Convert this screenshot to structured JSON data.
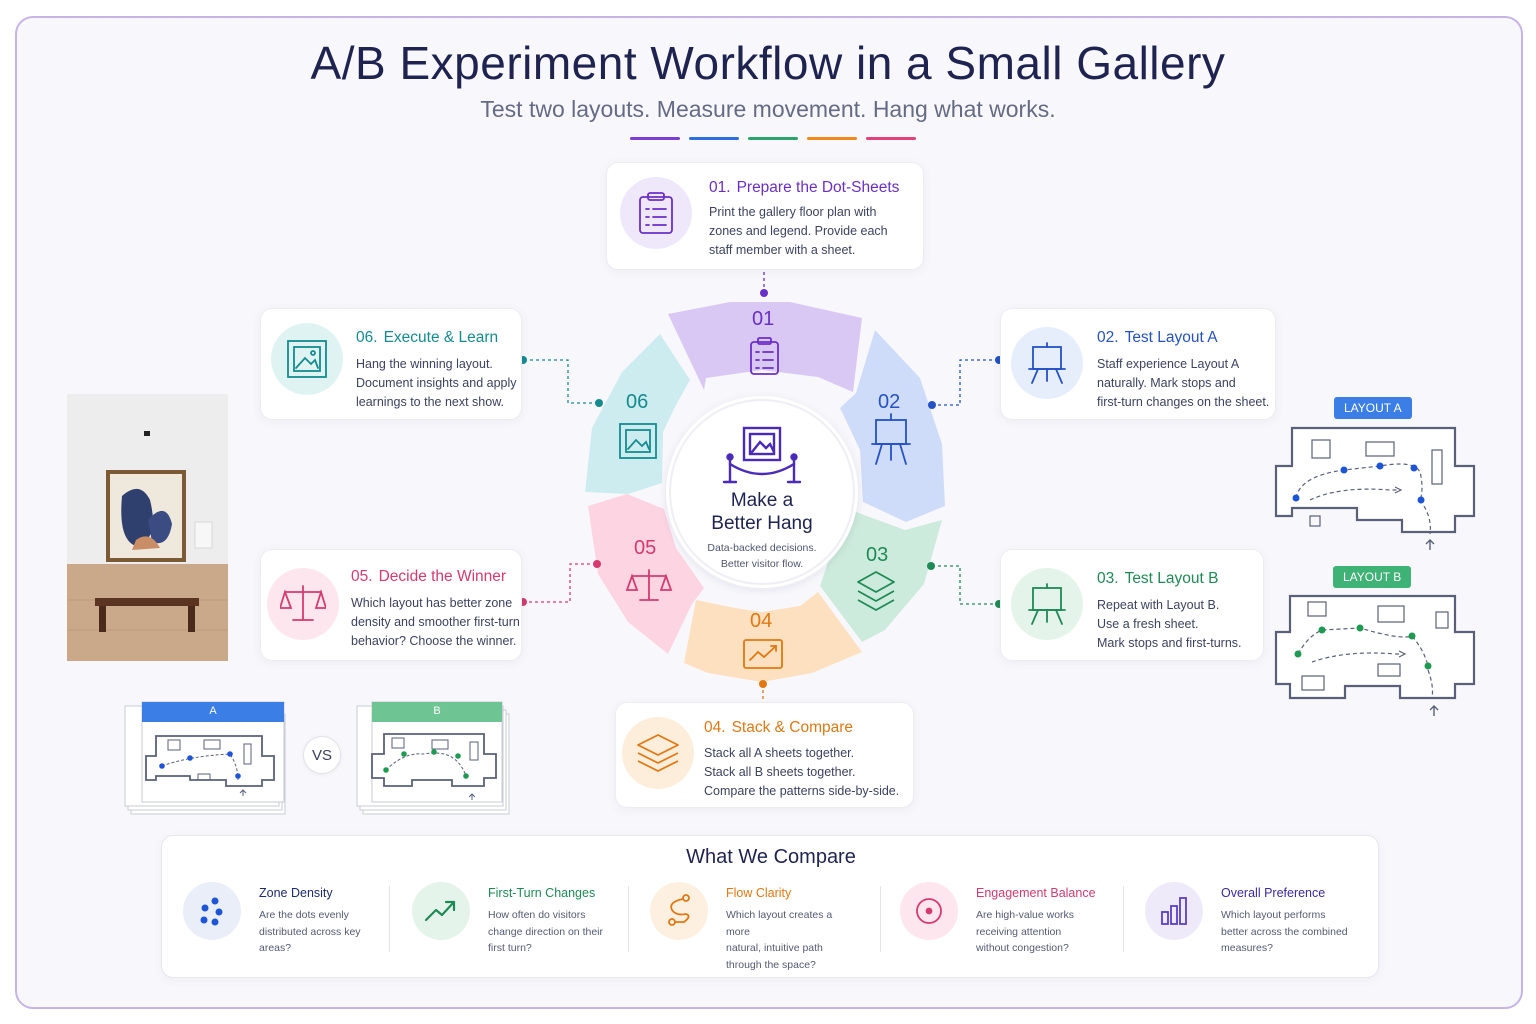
{
  "header": {
    "title": "A/B Experiment Workflow in a Small Gallery",
    "subtitle": "Test two layouts. Measure movement. Hang what works.",
    "bar_colors": [
      "#7b3fd4",
      "#2d6fe0",
      "#2aa46a",
      "#f08a1c",
      "#e2417c"
    ]
  },
  "hub": {
    "title_line1": "Make a",
    "title_line2": "Better Hang",
    "sub_line1": "Data-backed decisions.",
    "sub_line2": "Better visitor flow.",
    "icon": "framed-art-rope-icon"
  },
  "steps": [
    {
      "num": "01.",
      "wheel_num": "01",
      "title": "Prepare the Dot-Sheets",
      "color": "#6a2fc8",
      "icon": "clipboard-icon",
      "lines": [
        "Print the gallery floor plan with",
        "zones and legend. Provide each",
        "staff member with a sheet."
      ]
    },
    {
      "num": "02.",
      "wheel_num": "02",
      "title": "Test Layout A",
      "color": "#2452c4",
      "icon": "easel-icon",
      "lines": [
        "Staff experience Layout A",
        "naturally. Mark stops and",
        "first-turn changes on the sheet."
      ]
    },
    {
      "num": "03.",
      "wheel_num": "03",
      "title": "Test Layout B",
      "color": "#1f8a55",
      "icon": "easel-icon",
      "lines": [
        "Repeat with Layout B.",
        "Use a fresh sheet.",
        "Mark stops and first-turns."
      ]
    },
    {
      "num": "04.",
      "wheel_num": "04",
      "title": "Stack & Compare",
      "color": "#e27812",
      "icon": "layers-icon",
      "lines": [
        "Stack all A sheets together.",
        "Stack all B sheets together.",
        "Compare the patterns side-by-side."
      ]
    },
    {
      "num": "05.",
      "wheel_num": "05",
      "title": "Decide the Winner",
      "color": "#d63a6e",
      "icon": "scale-icon",
      "lines": [
        "Which layout has better zone",
        "density and smoother first-turn",
        "behavior? Choose the winner."
      ]
    },
    {
      "num": "06.",
      "wheel_num": "06",
      "title": "Execute & Learn",
      "color": "#148c8f",
      "icon": "framed-picture-icon",
      "lines": [
        "Hang the winning layout.",
        "Document insights and apply",
        "learnings to the next show."
      ]
    }
  ],
  "layouts": {
    "a_label": "LAYOUT A",
    "b_label": "LAYOUT B",
    "a_color": "#3b7ee6",
    "b_color": "#3fb276"
  },
  "stacks": {
    "a_label": "A",
    "b_label": "B",
    "vs_label": "VS"
  },
  "compare": {
    "title": "What We Compare",
    "metrics": [
      {
        "title": "Zone Density",
        "color": "#1d2b6e",
        "icon": "dots-icon",
        "lines": [
          "Are the dots evenly",
          "distributed across key",
          "areas?"
        ]
      },
      {
        "title": "First-Turn Changes",
        "color": "#1f8a55",
        "icon": "trend-arrow-icon",
        "lines": [
          "How often do visitors",
          "change direction on their",
          "first turn?"
        ]
      },
      {
        "title": "Flow Clarity",
        "color": "#e27812",
        "icon": "path-icon",
        "lines": [
          "Which layout creates a more",
          "natural, intuitive path",
          "through the space?"
        ]
      },
      {
        "title": "Engagement Balance",
        "color": "#d63a6e",
        "icon": "target-icon",
        "lines": [
          "Are high-value works",
          "receiving attention",
          "without congestion?"
        ]
      },
      {
        "title": "Overall Preference",
        "color": "#3b2a9e",
        "icon": "bar-chart-icon",
        "lines": [
          "Which layout performs",
          "better across the combined",
          "measures?"
        ]
      }
    ]
  }
}
